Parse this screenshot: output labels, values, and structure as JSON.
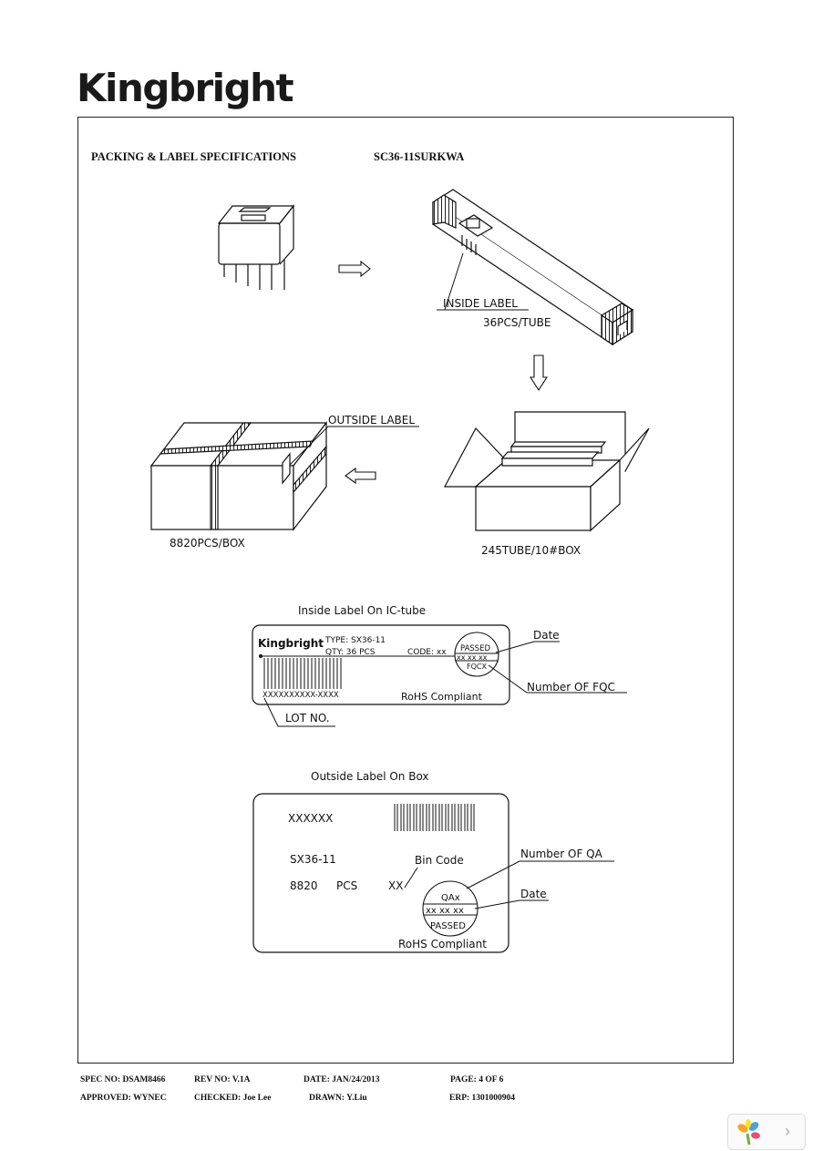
{
  "brand": {
    "logo": "Kingbright"
  },
  "header": {
    "section_title": "PACKING & LABEL SPECIFICATIONS",
    "part_number": "SC36-11SURKWA"
  },
  "packing": {
    "inside_label": "INSIDE LABEL",
    "tube_qty": "36PCS/TUBE",
    "outside_label": "OUTSIDE LABEL",
    "box_qty": "8820PCS/BOX",
    "tube_box": "245TUBE/10#BOX"
  },
  "inside_label_card": {
    "caption": "Inside Label On IC-tube",
    "logo": "Kingbright",
    "type_line": "TYPE: SX36-11",
    "qty_line": "QTY: 36 PCS",
    "code_line": "CODE: xx",
    "passed": "PASSED",
    "date_code": "xx xx xx",
    "fqc": "FQCX",
    "lot_pattern": "XXXXXXXXXX-XXXX",
    "rohs": "RoHS Compliant",
    "callout_date": "Date",
    "callout_fqc": "Number OF FQC",
    "callout_lot": "LOT NO."
  },
  "outside_label_card": {
    "caption": "Outside Label On Box",
    "code": "XXXXXX",
    "type": "SX36-11",
    "qty": "8820",
    "qty_unit": "PCS",
    "bin_value": "XX",
    "bin_label": "Bin Code",
    "qa": "QAx",
    "date_code": "xx xx xx",
    "passed": "PASSED",
    "rohs": "RoHS Compliant",
    "callout_qa": "Number OF QA",
    "callout_date": "Date"
  },
  "footer": {
    "spec_no": "SPEC NO: DSAM8466",
    "rev_no": "REV NO: V.1A",
    "date": "DATE: JAN/24/2013",
    "page": "PAGE: 4 OF 6",
    "approved": "APPROVED: WYNEC",
    "checked": "CHECKED: Joe Lee",
    "drawn": "DRAWN: Y.Liu",
    "erp": "ERP: 1301000904"
  },
  "icons": {
    "viewer_logo": "colorful-leaf-logo-icon",
    "next": "chevron-right-icon"
  }
}
